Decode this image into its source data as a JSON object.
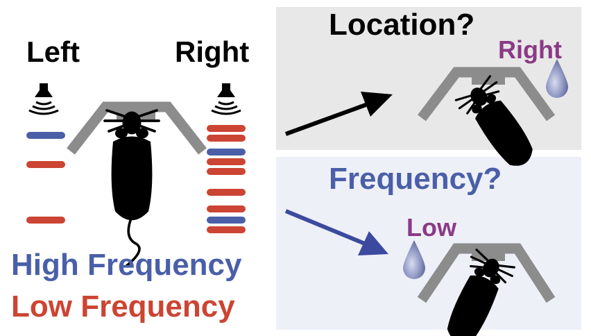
{
  "labels": {
    "left": "Left",
    "right": "Right",
    "high_frequency": "High Frequency",
    "low_frequency": "Low Frequency"
  },
  "panels": {
    "location": {
      "question": "Location?",
      "answer": "Right"
    },
    "frequency": {
      "question": "Frequency?",
      "answer": "Low"
    }
  },
  "colors": {
    "high": "#4a5fa8",
    "low": "#cc4433",
    "answer": "#8b3a86",
    "location_panel_bg": "#e8e8e8",
    "frequency_panel_bg": "#eef0f8",
    "port_gray": "#8c8c8c"
  },
  "icons": {
    "speaker": "speaker-icon",
    "mouse": "mouse-icon",
    "water_drop": "water-drop-icon",
    "arrow": "arrow-icon"
  },
  "left_tones": [
    "high",
    "low",
    "low"
  ],
  "right_tones": [
    "low",
    "low",
    "high",
    "low",
    "low",
    "low",
    "low",
    "high",
    "low"
  ]
}
